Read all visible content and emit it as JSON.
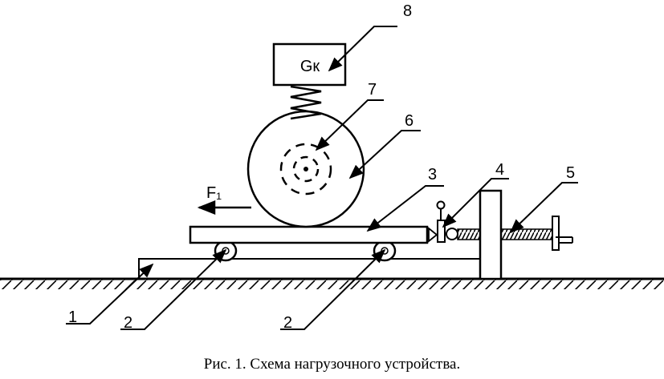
{
  "labels": {
    "l1": "1",
    "l2a": "2",
    "l2b": "2",
    "l3": "3",
    "l4": "4",
    "l5": "5",
    "l6": "6",
    "l7": "7",
    "l8": "8"
  },
  "weight_label": "Gк",
  "force_label": "F₁",
  "caption": "Рис. 1. Схема нагрузочного устройства."
}
